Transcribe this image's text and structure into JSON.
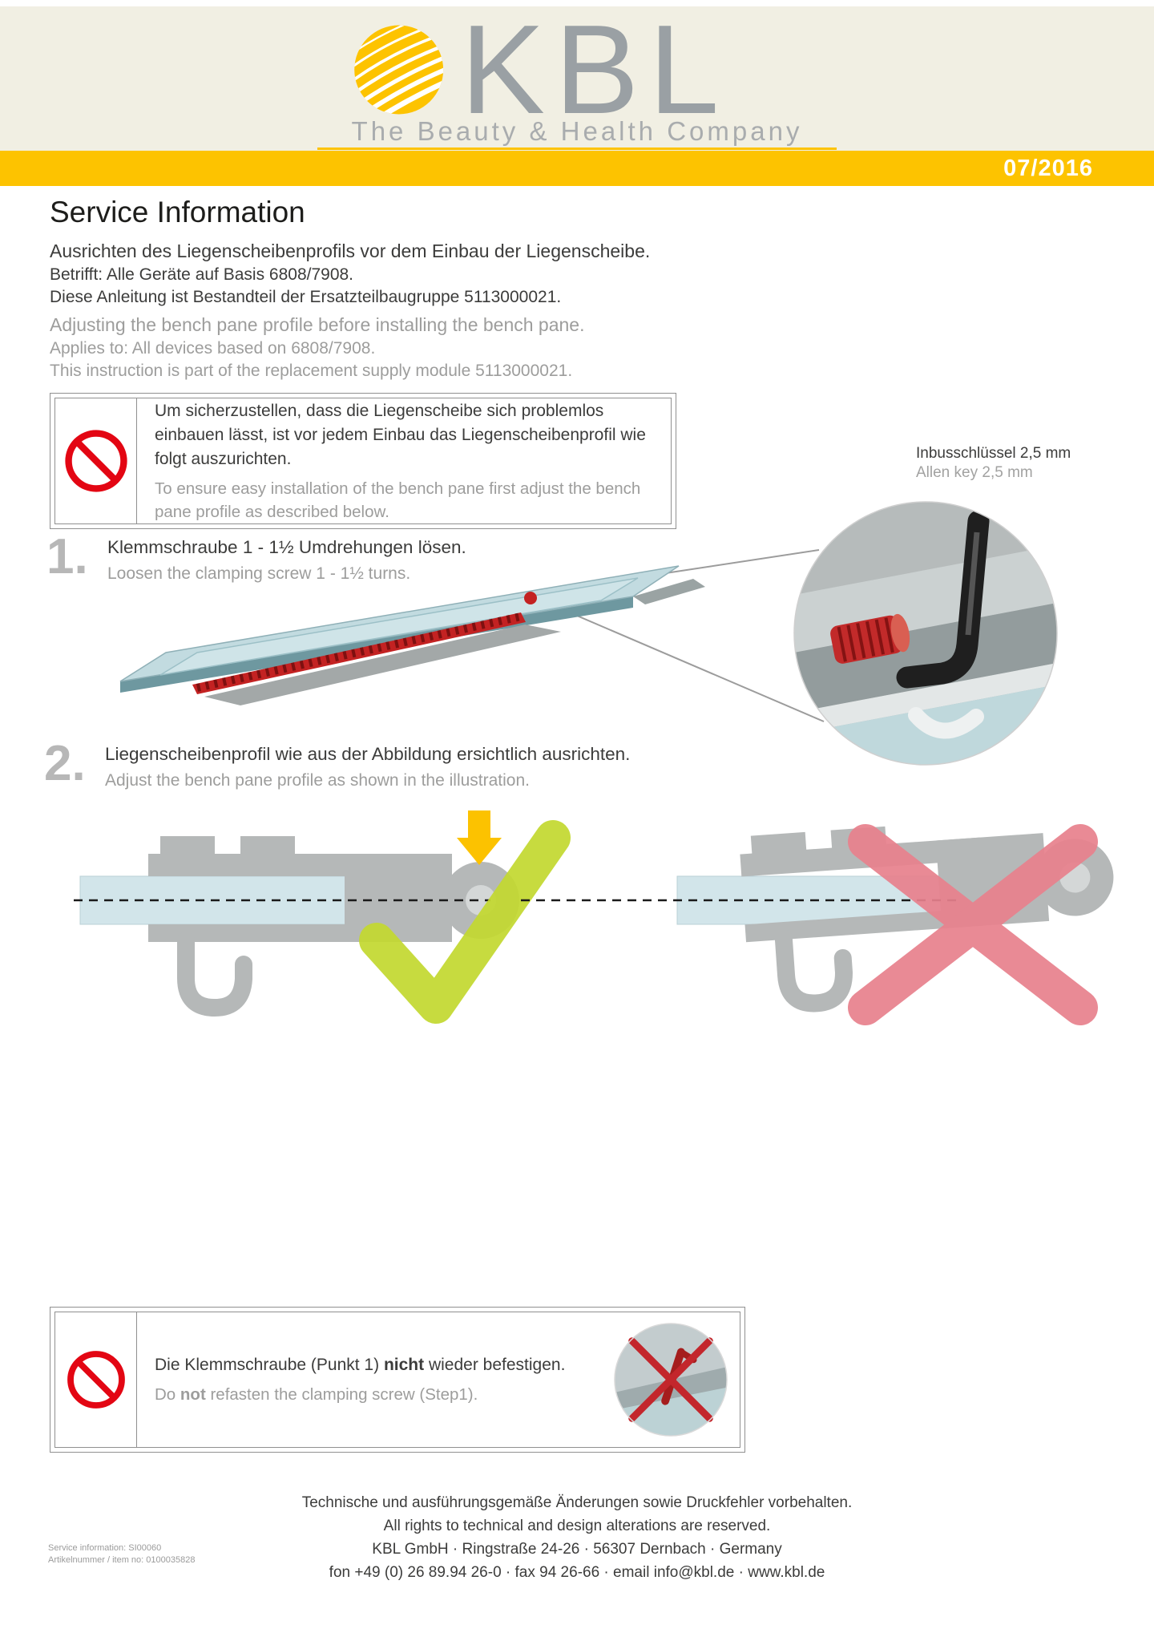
{
  "header": {
    "logo_text": "KBL",
    "tagline": "The Beauty & Health Company",
    "date": "07/2016"
  },
  "title": "Service Information",
  "intro_de": {
    "line1": "Ausrichten des Liegenscheibenprofils vor dem Einbau der Liegenscheibe.",
    "line2": "Betrifft: Alle Geräte auf Basis 6808/7908.",
    "line3": "Diese Anleitung ist Bestandteil der Ersatzteilbaugruppe 5113000021."
  },
  "intro_en": {
    "line1": "Adjusting the bench pane profile before installing the bench pane.",
    "line2": "Applies to: All devices based on 6808/7908.",
    "line3": "This instruction is part of the replacement supply module 5113000021."
  },
  "warning1": {
    "text_de": "Um sicherzustellen, dass die Liegenscheibe sich problemlos einbauen lässt, ist vor jedem Einbau das Liegenscheibenprofil wie folgt auszurichten.",
    "text_en": "To ensure easy installation of the bench pane first adjust the bench pane profile as described below."
  },
  "allen_key": {
    "label_de": "Inbusschlüssel 2,5 mm",
    "label_en": "Allen key 2,5 mm"
  },
  "step1": {
    "number": "1.",
    "text_de": "Klemmschraube 1 - 1½ Umdrehungen lösen.",
    "text_en": "Loosen the clamping screw 1 - 1½ turns."
  },
  "step2": {
    "number": "2.",
    "text_de": "Liegenscheibenprofil wie aus der Abbildung ersichtlich ausrichten.",
    "text_en": "Adjust the bench pane profile as shown in the illustration."
  },
  "warning2": {
    "de_pre": "Die Klemmschraube (Punkt 1) ",
    "de_bold": "nicht",
    "de_post": " wieder befestigen.",
    "en_pre": "Do ",
    "en_bold": "not",
    "en_post": " refasten the clamping screw (Step1)."
  },
  "footer": {
    "line1": "Technische und ausführungsgemäße Änderungen sowie Druckfehler vorbehalten.",
    "line2": "All rights to technical and design alterations are reserved.",
    "line3": "KBL GmbH · Ringstraße 24-26 · 56307 Dernbach · Germany",
    "line4": "fon +49 (0) 26 89.94 26-0 · fax 94 26-66 · email info@kbl.de · www.kbl.de",
    "doc_id": "Service information: SI00060",
    "item_no": "Artikelnummer / item no: 0100035828"
  },
  "colors": {
    "brand_yellow": "#fdc300",
    "prohibition_red": "#e30613",
    "check_green": "#c3d830",
    "cross_red": "#e8818d",
    "pane_teal": "#c2dbe0"
  }
}
